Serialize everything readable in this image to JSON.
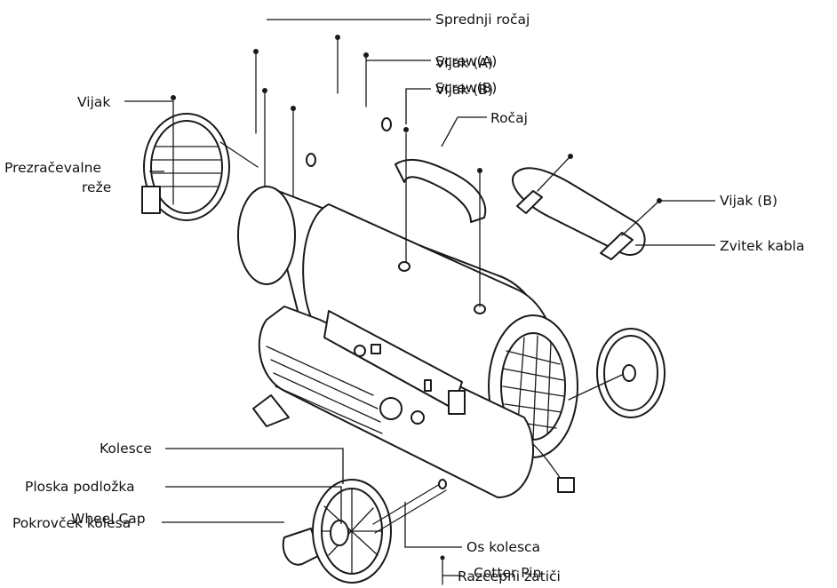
{
  "labels": {
    "front_handle": "Sprednji ročaj",
    "screw_a_under": "Vijak (A)",
    "screw_a_over": "Screw(A)",
    "screw_b_under": "Vijak (B)",
    "screw_b_over": "Screw(B)",
    "handle": "Ročaj",
    "screw": "Vijak",
    "vents_line1": "Prezračevalne",
    "vents_line2": "reže",
    "screw_b_right": "Vijak (B)",
    "cord_wrap": "Zvitek kabla",
    "wheel": "Kolesce",
    "flat_washer": "Ploska podložka",
    "wheel_cap_under": "Pokrovček kolesa",
    "wheel_cap_over": "Wheel Cap",
    "axle": "Os kolesca",
    "cotter_pin_under": "Razcepni zatiči",
    "cotter_pin_over": "Cotter Pin"
  }
}
